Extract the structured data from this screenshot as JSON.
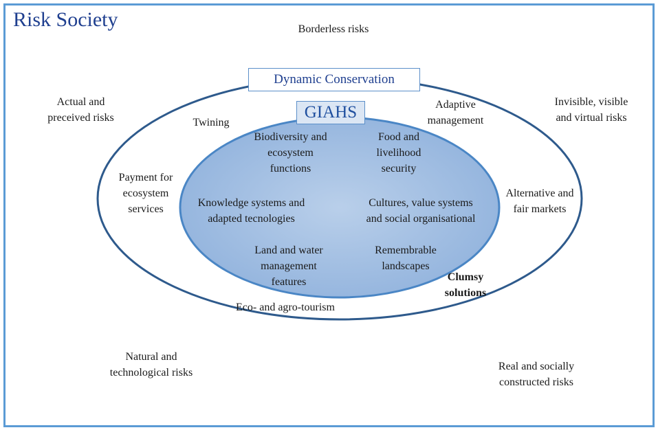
{
  "title": "Risk Society",
  "outer_labels": {
    "borderless": "Borderless risks",
    "actual": "Actual and\npreceived risks",
    "invisible": "Invisible, visible\nand virtual risks",
    "natural": "Natural and\ntechnological risks",
    "real": "Real and socially\nconstructed risks"
  },
  "dynamic_conservation": "Dynamic Conservation",
  "middle_labels": {
    "twining": "Twining",
    "adaptive": "Adaptive\nmanagement",
    "payment": "Payment for\necosystem\nservices",
    "alternative": "Alternative and\nfair markets",
    "eco": "Eco- and agro-tourism",
    "clumsy": "Clumsy\nsolutions"
  },
  "giahs": "GIAHS",
  "inner_labels": {
    "biodiversity": "Biodiversity and\necosystem\nfunctions",
    "food": "Food and\nlivelihood\nsecurity",
    "knowledge": "Knowledge systems and\nadapted tecnologies",
    "cultures": "Cultures, value systems\nand social organisational",
    "land": "Land and water\nmanagement\nfeatures",
    "remembrable": "Remembrable\nlandscapes"
  },
  "colors": {
    "frame": "#5b9bd5",
    "outer_ellipse": "#2e5a8c",
    "inner_fill": "#9cbbe1",
    "inner_stroke": "#4a86c5",
    "title": "#1f3f8f"
  }
}
